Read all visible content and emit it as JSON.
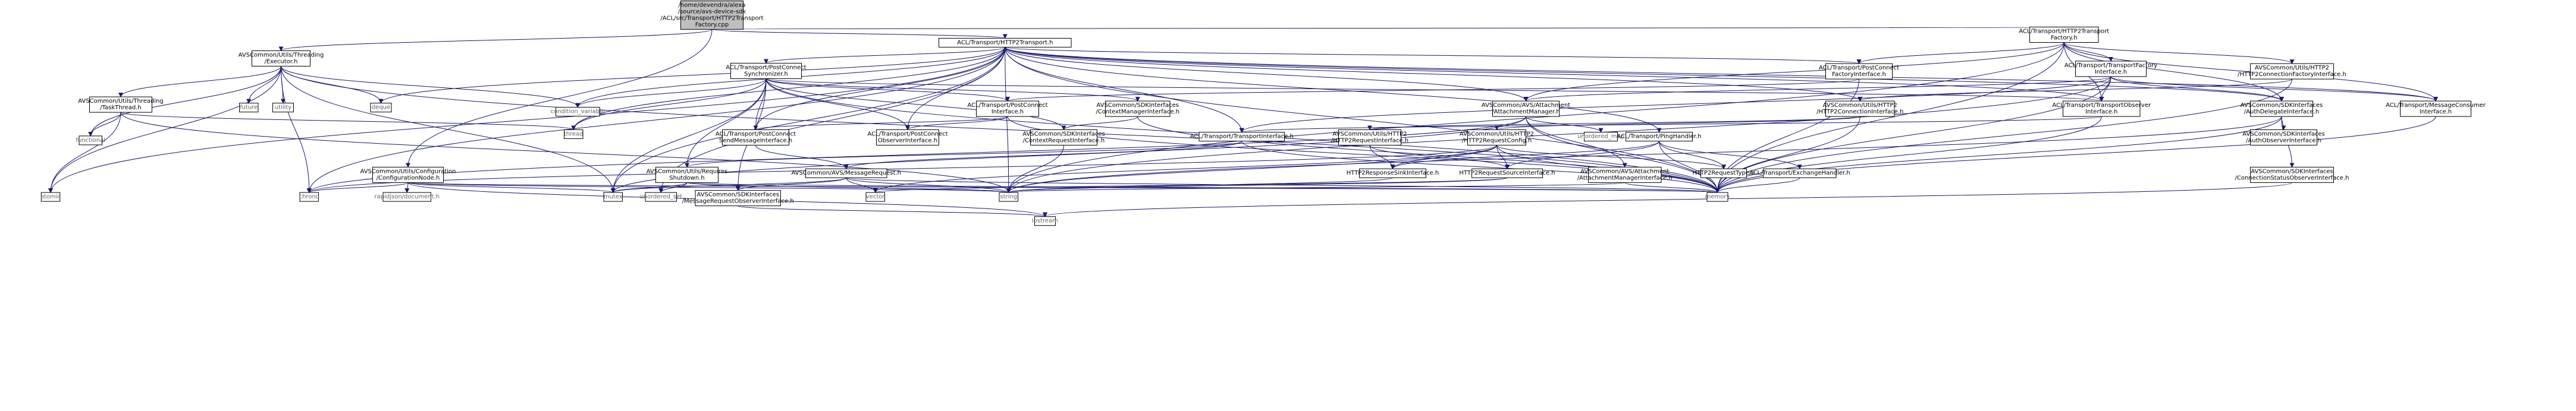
{
  "diagram": {
    "colors": {
      "edge": "#191970",
      "root_fill": "#bfbfbf",
      "node_fill": "#ffffff",
      "node_border": "#000000",
      "broken_border": "#ff0000",
      "external_border": "#bfbfbf",
      "external_text": "#666666"
    },
    "nodes": [
      {
        "id": "root",
        "lines": [
          "/home/devendra/alexa",
          "/source/avs-device-sdk",
          "/ACL/src/Transport/HTTP2Transport",
          "Factory.cpp"
        ],
        "kind": "root"
      },
      {
        "id": "threading_executor",
        "lines": [
          "AVSCommon/Utils/Threading",
          "/Executor.h"
        ],
        "kind": "normal"
      },
      {
        "id": "http2transport_h",
        "lines": [
          "ACL/Transport/HTTP2Transport.h"
        ],
        "kind": "normal"
      },
      {
        "id": "http2transportfactory_h",
        "lines": [
          "ACL/Transport/HTTP2Transport",
          "Factory.h"
        ],
        "kind": "normal"
      },
      {
        "id": "taskthread",
        "lines": [
          "AVSCommon/Utils/Threading",
          "/TaskThread.h"
        ],
        "kind": "normal"
      },
      {
        "id": "future",
        "lines": [
          "future"
        ],
        "kind": "external"
      },
      {
        "id": "utility",
        "lines": [
          "utility"
        ],
        "kind": "external"
      },
      {
        "id": "deque",
        "lines": [
          "deque"
        ],
        "kind": "external"
      },
      {
        "id": "postconnect_synchronizer",
        "lines": [
          "ACL/Transport/PostConnect",
          "Synchronizer.h"
        ],
        "kind": "normal"
      },
      {
        "id": "condition_variable",
        "lines": [
          "condition_variable"
        ],
        "kind": "external"
      },
      {
        "id": "postconnect_factory_iface",
        "lines": [
          "ACL/Transport/PostConnect",
          "FactoryInterface.h"
        ],
        "kind": "normal"
      },
      {
        "id": "transport_factory_iface",
        "lines": [
          "ACL/Transport/TransportFactory",
          "Interface.h"
        ],
        "kind": "normal"
      },
      {
        "id": "http2_connection_factory_iface",
        "lines": [
          "AVSCommon/Utils/HTTP2",
          "/HTTP2ConnectionFactoryInterface.h"
        ],
        "kind": "normal"
      },
      {
        "id": "functional",
        "lines": [
          "functional"
        ],
        "kind": "external"
      },
      {
        "id": "postconnect_iface",
        "lines": [
          "ACL/Transport/PostConnect",
          "Interface.h"
        ],
        "kind": "normal"
      },
      {
        "id": "context_manager_iface",
        "lines": [
          "AVSCommon/SDKInterfaces",
          "/ContextManagerInterface.h"
        ],
        "kind": "broken"
      },
      {
        "id": "attachment_manager",
        "lines": [
          "AVSCommon/AVS/Attachment",
          "/AttachmentManager.h"
        ],
        "kind": "normal"
      },
      {
        "id": "http2_connection_iface",
        "lines": [
          "AVSCommon/Utils/HTTP2",
          "/HTTP2ConnectionInterface.h"
        ],
        "kind": "normal"
      },
      {
        "id": "transport_observer_iface",
        "lines": [
          "ACL/Transport/TransportObserver",
          "Interface.h"
        ],
        "kind": "normal"
      },
      {
        "id": "auth_delegate_iface",
        "lines": [
          "AVSCommon/SDKInterfaces",
          "/AuthDelegateInterface.h"
        ],
        "kind": "normal"
      },
      {
        "id": "message_consumer_iface",
        "lines": [
          "ACL/Transport/MessageConsumer",
          "Interface.h"
        ],
        "kind": "normal"
      },
      {
        "id": "thread",
        "lines": [
          "thread"
        ],
        "kind": "external"
      },
      {
        "id": "postconnect_send_message_iface",
        "lines": [
          "ACL/Transport/PostConnect",
          "SendMessageInterface.h"
        ],
        "kind": "normal"
      },
      {
        "id": "postconnect_observer_iface",
        "lines": [
          "ACL/Transport/PostConnect",
          "ObserverInterface.h"
        ],
        "kind": "normal"
      },
      {
        "id": "context_request_iface",
        "lines": [
          "AVSCommon/SDKInterfaces",
          "/ContextRequestInterface.h"
        ],
        "kind": "broken"
      },
      {
        "id": "transport_iface",
        "lines": [
          "ACL/Transport/TransportInterface.h"
        ],
        "kind": "normal"
      },
      {
        "id": "unordered_map",
        "lines": [
          "unordered_map"
        ],
        "kind": "external"
      },
      {
        "id": "http2_request_iface",
        "lines": [
          "AVSCommon/Utils/HTTP2",
          "/HTTP2RequestInterface.h"
        ],
        "kind": "normal"
      },
      {
        "id": "http2_request_config",
        "lines": [
          "AVSCommon/Utils/HTTP2",
          "/HTTP2RequestConfig.h"
        ],
        "kind": "broken"
      },
      {
        "id": "ping_handler",
        "lines": [
          "ACL/Transport/PingHandler.h"
        ],
        "kind": "normal"
      },
      {
        "id": "auth_observer_iface",
        "lines": [
          "AVSCommon/SDKInterfaces",
          "/AuthObserverInterface.h"
        ],
        "kind": "broken"
      },
      {
        "id": "configuration_node",
        "lines": [
          "AVSCommon/Utils/Configuration",
          "/ConfigurationNode.h"
        ],
        "kind": "normal"
      },
      {
        "id": "requires_shutdown",
        "lines": [
          "AVSCommon/Utils/Requires",
          "Shutdown.h"
        ],
        "kind": "normal"
      },
      {
        "id": "message_request",
        "lines": [
          "AVSCommon/AVS/MessageRequest.h"
        ],
        "kind": "broken"
      },
      {
        "id": "http2_response_sink_iface",
        "lines": [
          "HTTP2ResponseSinkInterface.h"
        ],
        "kind": "broken"
      },
      {
        "id": "http2_request_source_iface",
        "lines": [
          "HTTP2RequestSourceInterface.h"
        ],
        "kind": "broken"
      },
      {
        "id": "attachment_manager_iface",
        "lines": [
          "AVSCommon/AVS/Attachment",
          "/AttachmentManagerInterface.h"
        ],
        "kind": "broken"
      },
      {
        "id": "http2_request_type",
        "lines": [
          "HTTP2RequestType.h"
        ],
        "kind": "broken"
      },
      {
        "id": "exchange_handler",
        "lines": [
          "ACL/Transport/ExchangeHandler.h"
        ],
        "kind": "broken"
      },
      {
        "id": "connection_status_observer_iface",
        "lines": [
          "AVSCommon/SDKInterfaces",
          "/ConnectionStatusObserverInterface.h"
        ],
        "kind": "normal"
      },
      {
        "id": "atomic",
        "lines": [
          "atomic"
        ],
        "kind": "external"
      },
      {
        "id": "chrono",
        "lines": [
          "chrono"
        ],
        "kind": "external"
      },
      {
        "id": "rapidjson_document",
        "lines": [
          "rapidjson/document.h"
        ],
        "kind": "external"
      },
      {
        "id": "mutex",
        "lines": [
          "mutex"
        ],
        "kind": "external"
      },
      {
        "id": "unordered_set",
        "lines": [
          "unordered_set"
        ],
        "kind": "external"
      },
      {
        "id": "message_request_observer_iface",
        "lines": [
          "AVSCommon/SDKInterfaces",
          "/MessageRequestObserverInterface.h"
        ],
        "kind": "normal"
      },
      {
        "id": "vector",
        "lines": [
          "vector"
        ],
        "kind": "external"
      },
      {
        "id": "string",
        "lines": [
          "string"
        ],
        "kind": "external"
      },
      {
        "id": "memory",
        "lines": [
          "memory"
        ],
        "kind": "external"
      },
      {
        "id": "iostream",
        "lines": [
          "iostream"
        ],
        "kind": "external"
      }
    ],
    "edges": [
      [
        "root",
        "threading_executor"
      ],
      [
        "root",
        "http2transport_h"
      ],
      [
        "root",
        "http2transportfactory_h"
      ],
      [
        "root",
        "configuration_node"
      ],
      [
        "threading_executor",
        "taskthread"
      ],
      [
        "threading_executor",
        "future"
      ],
      [
        "threading_executor",
        "utility"
      ],
      [
        "threading_executor",
        "deque"
      ],
      [
        "threading_executor",
        "condition_variable"
      ],
      [
        "threading_executor",
        "atomic"
      ],
      [
        "threading_executor",
        "chrono"
      ],
      [
        "threading_executor",
        "mutex"
      ],
      [
        "threading_executor",
        "functional"
      ],
      [
        "threading_executor",
        "memory"
      ],
      [
        "taskthread",
        "functional"
      ],
      [
        "taskthread",
        "thread"
      ],
      [
        "taskthread",
        "atomic"
      ],
      [
        "taskthread",
        "string"
      ],
      [
        "http2transport_h",
        "postconnect_synchronizer"
      ],
      [
        "http2transport_h",
        "deque"
      ],
      [
        "http2transport_h",
        "condition_variable"
      ],
      [
        "http2transport_h",
        "thread"
      ],
      [
        "http2transport_h",
        "postconnect_factory_iface"
      ],
      [
        "http2transport_h",
        "attachment_manager"
      ],
      [
        "http2transport_h",
        "http2_connection_iface"
      ],
      [
        "http2transport_h",
        "transport_observer_iface"
      ],
      [
        "http2transport_h",
        "auth_delegate_iface"
      ],
      [
        "http2transport_h",
        "message_consumer_iface"
      ],
      [
        "http2transport_h",
        "postconnect_send_message_iface"
      ],
      [
        "http2transport_h",
        "postconnect_observer_iface"
      ],
      [
        "http2transport_h",
        "transport_iface"
      ],
      [
        "http2transport_h",
        "ping_handler"
      ],
      [
        "http2transport_h",
        "atomic"
      ],
      [
        "http2transport_h",
        "chrono"
      ],
      [
        "http2transport_h",
        "mutex"
      ],
      [
        "http2transport_h",
        "string"
      ],
      [
        "http2transport_h",
        "memory"
      ],
      [
        "http2transport_h",
        "unordered_set"
      ],
      [
        "http2transportfactory_h",
        "postconnect_factory_iface"
      ],
      [
        "http2transportfactory_h",
        "transport_factory_iface"
      ],
      [
        "http2transportfactory_h",
        "http2_connection_factory_iface"
      ],
      [
        "http2transportfactory_h",
        "attachment_manager"
      ],
      [
        "http2transportfactory_h",
        "transport_observer_iface"
      ],
      [
        "http2transportfactory_h",
        "auth_delegate_iface"
      ],
      [
        "http2transportfactory_h",
        "message_consumer_iface"
      ],
      [
        "http2transportfactory_h",
        "string"
      ],
      [
        "http2transportfactory_h",
        "memory"
      ],
      [
        "postconnect_synchronizer",
        "condition_variable"
      ],
      [
        "postconnect_synchronizer",
        "thread"
      ],
      [
        "postconnect_synchronizer",
        "postconnect_iface"
      ],
      [
        "postconnect_synchronizer",
        "context_manager_iface"
      ],
      [
        "postconnect_synchronizer",
        "postconnect_send_message_iface"
      ],
      [
        "postconnect_synchronizer",
        "postconnect_observer_iface"
      ],
      [
        "postconnect_synchronizer",
        "context_request_iface"
      ],
      [
        "postconnect_synchronizer",
        "requires_shutdown"
      ],
      [
        "postconnect_synchronizer",
        "message_request_observer_iface"
      ],
      [
        "postconnect_synchronizer",
        "mutex"
      ],
      [
        "postconnect_synchronizer",
        "memory"
      ],
      [
        "postconnect_synchronizer",
        "transport_observer_iface"
      ],
      [
        "postconnect_factory_iface",
        "postconnect_iface"
      ],
      [
        "postconnect_factory_iface",
        "memory"
      ],
      [
        "transport_factory_iface",
        "transport_iface"
      ],
      [
        "transport_factory_iface",
        "attachment_manager"
      ],
      [
        "transport_factory_iface",
        "transport_observer_iface"
      ],
      [
        "transport_factory_iface",
        "auth_delegate_iface"
      ],
      [
        "transport_factory_iface",
        "message_consumer_iface"
      ],
      [
        "transport_factory_iface",
        "string"
      ],
      [
        "transport_factory_iface",
        "memory"
      ],
      [
        "http2_connection_factory_iface",
        "http2_connection_iface"
      ],
      [
        "http2_connection_factory_iface",
        "memory"
      ],
      [
        "postconnect_iface",
        "postconnect_send_message_iface"
      ],
      [
        "postconnect_iface",
        "postconnect_observer_iface"
      ],
      [
        "postconnect_iface",
        "memory"
      ],
      [
        "context_manager_iface",
        "context_request_iface"
      ],
      [
        "context_manager_iface",
        "memory"
      ],
      [
        "attachment_manager",
        "attachment_manager_iface"
      ],
      [
        "attachment_manager",
        "unordered_map"
      ],
      [
        "attachment_manager",
        "chrono"
      ],
      [
        "attachment_manager",
        "mutex"
      ],
      [
        "attachment_manager",
        "memory"
      ],
      [
        "http2_connection_iface",
        "http2_request_iface"
      ],
      [
        "http2_connection_iface",
        "http2_request_config"
      ],
      [
        "http2_connection_iface",
        "memory"
      ],
      [
        "transport_observer_iface",
        "transport_iface"
      ],
      [
        "transport_observer_iface",
        "memory"
      ],
      [
        "auth_delegate_iface",
        "auth_observer_iface"
      ],
      [
        "auth_delegate_iface",
        "connection_status_observer_iface"
      ],
      [
        "auth_delegate_iface",
        "memory"
      ],
      [
        "auth_delegate_iface",
        "string"
      ],
      [
        "message_consumer_iface",
        "memory"
      ],
      [
        "postconnect_send_message_iface",
        "message_request"
      ],
      [
        "context_request_iface",
        "string"
      ],
      [
        "transport_iface",
        "message_request"
      ],
      [
        "transport_iface",
        "requires_shutdown"
      ],
      [
        "transport_iface",
        "memory"
      ],
      [
        "http2_request_iface",
        "http2_response_sink_iface"
      ],
      [
        "http2_request_iface",
        "http2_request_source_iface"
      ],
      [
        "http2_request_config",
        "http2_response_sink_iface"
      ],
      [
        "http2_request_config",
        "http2_request_source_iface"
      ],
      [
        "http2_request_config",
        "http2_request_type"
      ],
      [
        "http2_request_config",
        "chrono"
      ],
      [
        "http2_request_config",
        "string"
      ],
      [
        "http2_request_config",
        "vector"
      ],
      [
        "http2_request_config",
        "memory"
      ],
      [
        "ping_handler",
        "exchange_handler"
      ],
      [
        "ping_handler",
        "http2_request_type"
      ],
      [
        "ping_handler",
        "http2_response_sink_iface"
      ],
      [
        "ping_handler",
        "http2_request_source_iface"
      ],
      [
        "ping_handler",
        "memory"
      ],
      [
        "configuration_node",
        "chrono"
      ],
      [
        "configuration_node",
        "rapidjson_document"
      ],
      [
        "configuration_node",
        "mutex"
      ],
      [
        "configuration_node",
        "string"
      ],
      [
        "configuration_node",
        "iostream"
      ],
      [
        "configuration_node",
        "memory"
      ],
      [
        "requires_shutdown",
        "mutex"
      ],
      [
        "requires_shutdown",
        "string"
      ],
      [
        "requires_shutdown",
        "unordered_set"
      ],
      [
        "requires_shutdown",
        "memory"
      ],
      [
        "message_request",
        "message_request_observer_iface"
      ],
      [
        "message_request",
        "vector"
      ],
      [
        "message_request",
        "string"
      ],
      [
        "message_request",
        "memory"
      ],
      [
        "message_request",
        "mutex"
      ],
      [
        "http2_response_sink_iface",
        "string"
      ],
      [
        "http2_request_source_iface",
        "string"
      ],
      [
        "http2_request_source_iface",
        "vector"
      ],
      [
        "attachment_manager_iface",
        "string"
      ],
      [
        "attachment_manager_iface",
        "memory"
      ],
      [
        "exchange_handler",
        "memory"
      ],
      [
        "connection_status_observer_iface",
        "iostream"
      ],
      [
        "message_request_observer_iface",
        "iostream"
      ]
    ]
  }
}
